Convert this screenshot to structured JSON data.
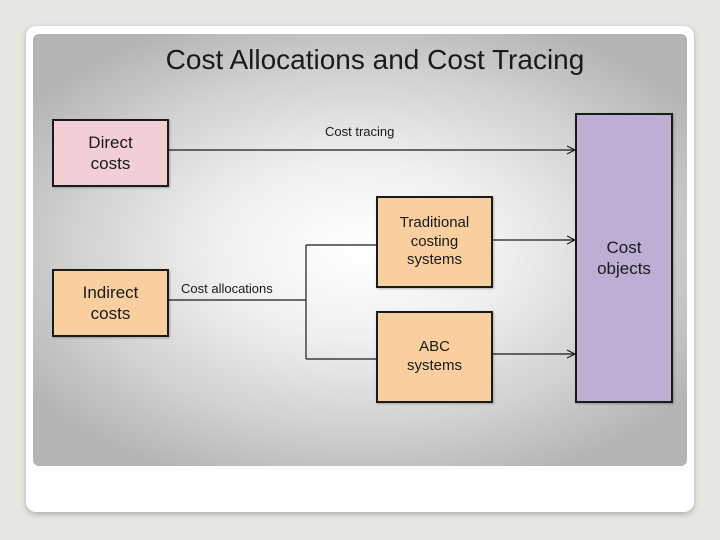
{
  "slide": {
    "title": "Cost Allocations and Cost Tracing"
  },
  "nodes": {
    "direct_costs": "Direct\ncosts",
    "indirect_costs": "Indirect\ncosts",
    "traditional": "Traditional\ncosting\nsystems",
    "abc": "ABC\nsystems",
    "cost_objects": "Cost\nobjects"
  },
  "edges": {
    "cost_tracing": "Cost tracing",
    "cost_allocations": "Cost allocations"
  },
  "colors": {
    "direct_fill": "#f2cfd4",
    "indirect_fill": "#f9cfa0",
    "system_fill": "#f9cfa0",
    "objects_fill": "#bdaed4",
    "line": "#1a1a1a"
  }
}
